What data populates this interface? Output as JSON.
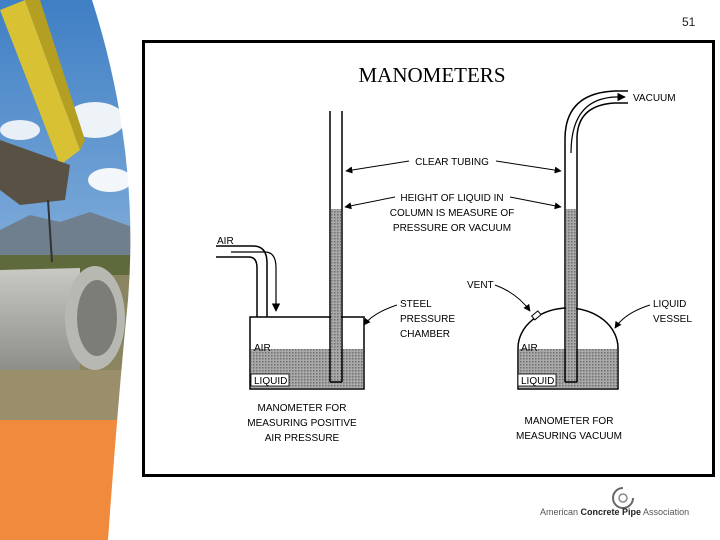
{
  "page_number": "51",
  "title": "MANOMETERS",
  "labels": {
    "vacuum": "VACUUM",
    "clear_tubing": "CLEAR TUBING",
    "height_line1": "HEIGHT OF LIQUID IN",
    "height_line2": "COLUMN IS MEASURE OF",
    "height_line3": "PRESSURE OR VACUUM",
    "air_inlet": "AIR",
    "vent": "VENT",
    "steel_line1": "STEEL",
    "steel_line2": "PRESSURE",
    "steel_line3": "CHAMBER",
    "liquid_vessel_line1": "LIQUID",
    "liquid_vessel_line2": "VESSEL",
    "left_air": "AIR",
    "left_liquid": "LIQUID",
    "right_air": "AIR",
    "right_liquid": "LIQUID",
    "caption_left_line1": "MANOMETER FOR",
    "caption_left_line2": "MEASURING POSITIVE",
    "caption_left_line3": "AIR PRESSURE",
    "caption_right_line1": "MANOMETER FOR",
    "caption_right_line2": "MEASURING VACUUM"
  },
  "logo": {
    "prefix": "American ",
    "bold": "Concrete Pipe",
    "suffix": " Association"
  },
  "colors": {
    "orange_accent": "#f08a3c",
    "liquid_hatch": "#7a7a7a"
  }
}
